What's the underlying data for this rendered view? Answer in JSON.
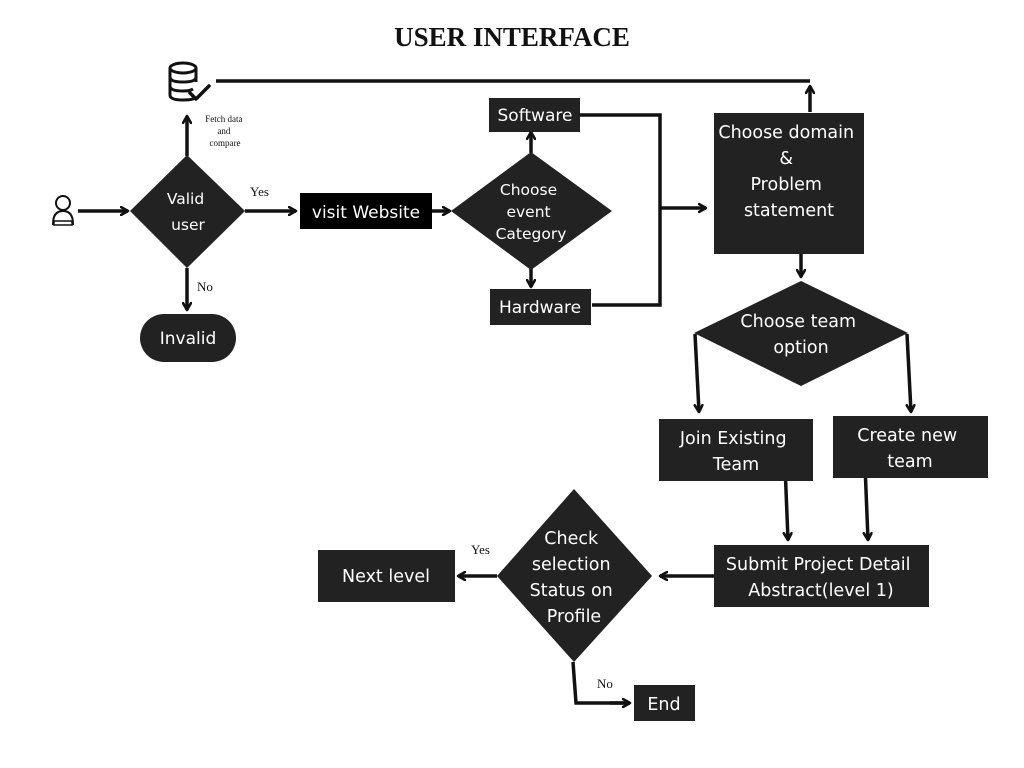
{
  "title": "USER INTERFACE",
  "nodes": {
    "valid_user": [
      "Valid",
      "user"
    ],
    "invalid": "Invalid",
    "visit_website": "visit Website",
    "choose_event_category": [
      "Choose",
      "event",
      "Category"
    ],
    "software": "Software",
    "hardware": "Hardware",
    "choose_domain": [
      "Choose domain",
      "&",
      "Problem",
      "statement"
    ],
    "choose_team_option": [
      "Choose team",
      "option"
    ],
    "join_existing_team": [
      "Join Existing",
      "Team"
    ],
    "create_new_team": [
      "Create new",
      "team"
    ],
    "submit_project": [
      "Submit Project Detail",
      "Abstract(level 1)"
    ],
    "check_selection": [
      "Check",
      "selection",
      "Status on",
      "Profile"
    ],
    "next_level": "Next level",
    "end": "End"
  },
  "edge_labels": {
    "yes_valid": "Yes",
    "no_valid": "No",
    "fetch_data": [
      "Fetch data",
      "and",
      "compare"
    ],
    "yes_selection": "Yes",
    "no_selection": "No"
  },
  "icons": {
    "user": "user-icon",
    "database": "database-check-icon"
  },
  "colors": {
    "shape_fill": "#222222",
    "visit_website_fill": "#000000",
    "text": "#ffffff",
    "line": "#111111"
  }
}
